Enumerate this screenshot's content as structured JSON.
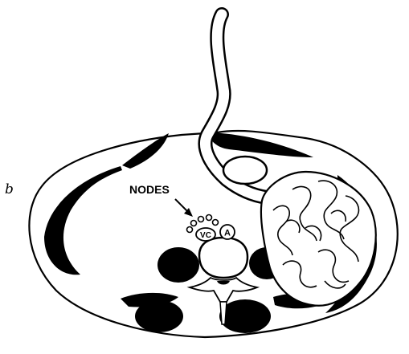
{
  "figure": {
    "panel_letter": "b",
    "labels": {
      "nodes": "NODES",
      "vena_cava": "VC",
      "aorta": "A"
    }
  },
  "colors": {
    "ink": "#000000",
    "paper": "#ffffff"
  }
}
